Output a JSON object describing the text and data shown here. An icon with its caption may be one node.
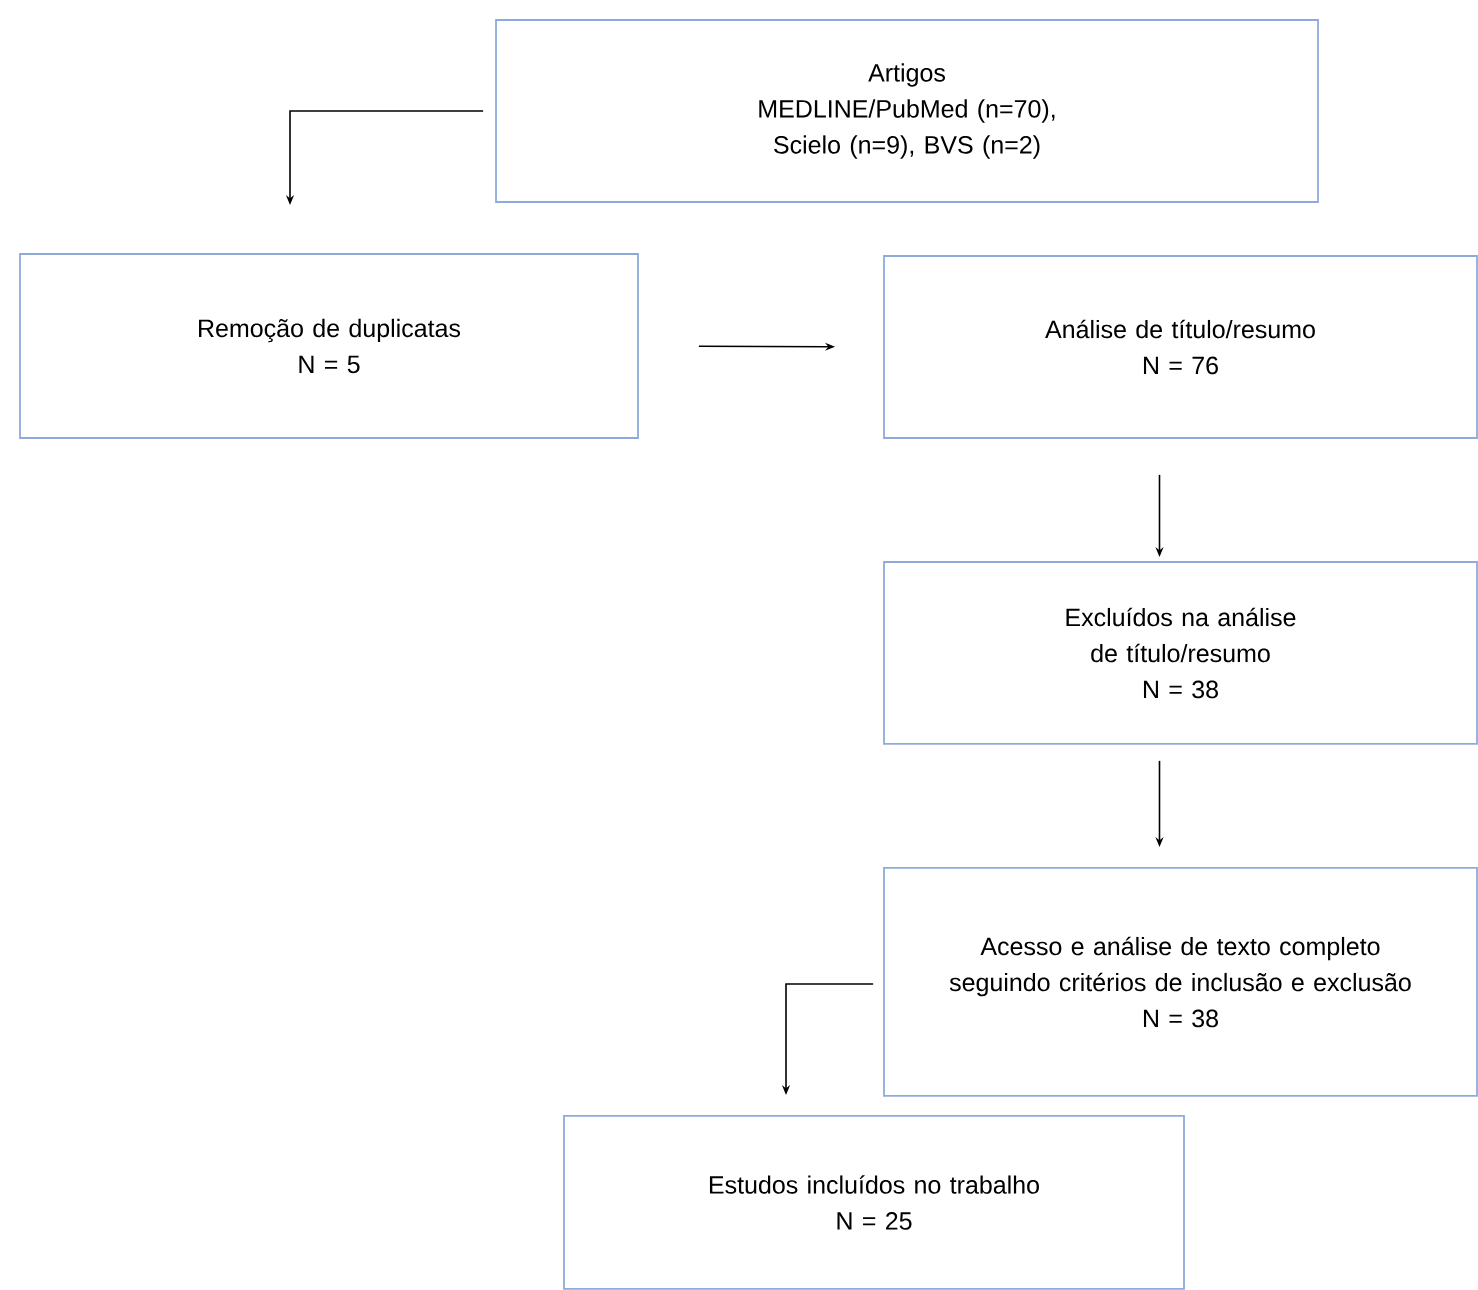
{
  "diagram": {
    "nodes": [
      {
        "text": [
          "Artigos",
          "MEDLINE/PubMed (n=70), Scielo (n=9), BVS (n=2)"
        ]
      },
      {
        "text": [
          "Remoção de duplicatas",
          "N = 5"
        ]
      },
      {
        "text": [
          "Análise de título/resumo",
          "N = 76"
        ]
      },
      {
        "text": [
          "Excluídos na análise de título/resumo",
          "N = 38"
        ]
      },
      {
        "text": [
          "Acesso e análise de texto completo seguindo critérios de inclusão e exclusão",
          "N = 38"
        ]
      },
      {
        "text": [
          "Estudos incluídos no trabalho",
          "N = 25"
        ]
      }
    ],
    "edges": [
      {
        "from": 0,
        "to": 1,
        "arrow": "to"
      },
      {
        "from": 1,
        "to": 2,
        "arrow": "to"
      },
      {
        "from": 2,
        "to": 3,
        "arrow": "to"
      },
      {
        "from": 3,
        "to": 4,
        "arrow": "to"
      },
      {
        "from": 4,
        "to": 5,
        "arrow": "to"
      }
    ]
  }
}
